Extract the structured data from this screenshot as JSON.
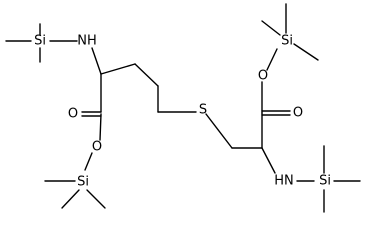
{
  "structure": {
    "atoms": [
      {
        "symbol": "Si",
        "name": "si-left-amino-label"
      },
      {
        "symbol": "NH",
        "name": "nh-left-label"
      },
      {
        "symbol": "O",
        "name": "o-left-carbonyl-label"
      },
      {
        "symbol": "O",
        "name": "o-left-ester-label"
      },
      {
        "symbol": "Si",
        "name": "si-left-ester-label"
      },
      {
        "symbol": "S",
        "name": "s-thioether-label"
      },
      {
        "symbol": "Si",
        "name": "si-right-ester-label"
      },
      {
        "symbol": "O",
        "name": "o-right-ester-label"
      },
      {
        "symbol": "O",
        "name": "o-right-carbonyl-label"
      },
      {
        "symbol": "HN",
        "name": "hn-right-label"
      },
      {
        "symbol": "Si",
        "name": "si-right-amino-label"
      }
    ]
  }
}
